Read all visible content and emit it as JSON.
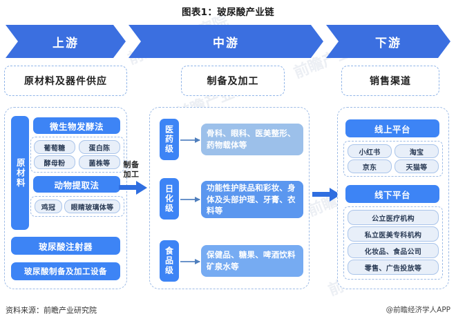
{
  "title": "图表1：玻尿酸产业链",
  "band": {
    "segments": [
      {
        "label": "上游"
      },
      {
        "label": "中游"
      },
      {
        "label": "下游"
      }
    ]
  },
  "sections": {
    "upstream": {
      "header": "原材料及器件供应",
      "spine_label": "原材料",
      "groups": [
        {
          "title": "微生物发酵法",
          "chips": [
            "葡萄糖",
            "蛋白陈",
            "酵母粉",
            "菌株等"
          ]
        },
        {
          "title": "动物提取法",
          "chips": [
            "鸡冠",
            "眼睛玻璃体等"
          ]
        }
      ],
      "boxes": [
        "玻尿酸注射器",
        "玻尿酸制备及加工设备"
      ]
    },
    "midstream": {
      "header": "制备及加工",
      "rows": [
        {
          "grade": "医药级",
          "content": "骨科、眼科、医美整形、药物载体等"
        },
        {
          "grade": "日化级",
          "content": "功能性护肤品和彩妆、身体及头部护理、牙膏、衣料等"
        },
        {
          "grade": "食品级",
          "content": "保健品、糖果、啤酒饮料矿泉水等"
        }
      ]
    },
    "downstream": {
      "header": "销售渠道",
      "groups": [
        {
          "title": "线上平台",
          "chips": [
            "小红书",
            "淘宝",
            "京东",
            "天猫等"
          ]
        },
        {
          "title": "线下平台",
          "chips": [
            "公立医疗机构",
            "私立医美专科机构",
            "化妆品、食品公司",
            "零售、广告投放等"
          ]
        }
      ]
    }
  },
  "flow": {
    "label_1": "制备\n加工"
  },
  "footer": {
    "source": "资料来源：前瞻产业研究院",
    "credit": "@前瞻经济学人APP"
  },
  "watermark": "前瞻产业研究院",
  "colors": {
    "brand_blue": "#3b6fe0",
    "box_blue": "#3d84f5",
    "chip_bg": "#e8eff9",
    "dash_border": "#9dbbe6"
  }
}
